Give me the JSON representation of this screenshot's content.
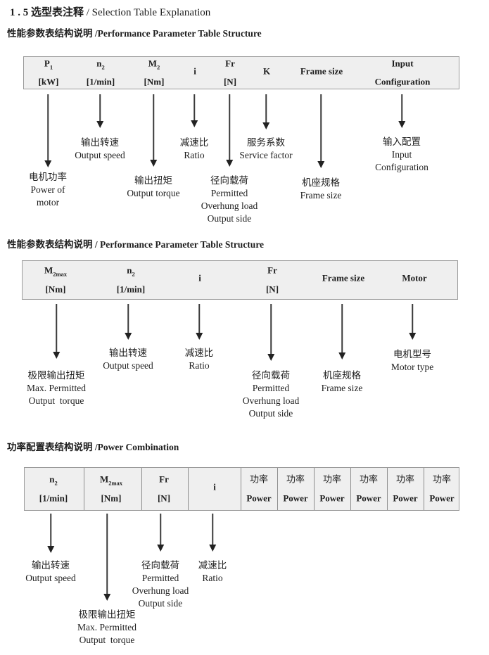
{
  "title": {
    "zh": "1 . 5 选型表注释 ",
    "en": "/ Selection Table Explanation"
  },
  "colors": {
    "table_bg": "#efefef",
    "table_border": "#9a9a9a",
    "text": "#1e1e1e"
  },
  "sections": [
    {
      "heading_zh": "性能参数表结构说明 ",
      "heading_en": "/Performance Parameter Table Structure",
      "cells": [
        {
          "t": "P",
          "sub": "1",
          "b": "[kW]"
        },
        {
          "t": "n",
          "sub": "2",
          "b": "[1/min]"
        },
        {
          "t": "M",
          "sub": "2",
          "b": "[Nm]"
        },
        {
          "t": "i",
          "sub": "",
          "b": ""
        },
        {
          "t": "Fr",
          "sub": "",
          "b": "[N]"
        },
        {
          "t": "K",
          "sub": "",
          "b": ""
        },
        {
          "t": "Frame size",
          "sub": "",
          "b": ""
        },
        {
          "t": "Input",
          "sub": "",
          "b": "Configuration"
        }
      ],
      "callouts": [
        {
          "lines": [
            "电机功率",
            "Power of",
            "motor"
          ]
        },
        {
          "lines": [
            "输出转速",
            "Output speed"
          ]
        },
        {
          "lines": [
            "输出扭矩",
            "Output torque"
          ]
        },
        {
          "lines": [
            "减速比",
            "Ratio"
          ]
        },
        {
          "lines": [
            "径向载荷",
            "Permitted",
            "Overhung load",
            "Output side"
          ]
        },
        {
          "lines": [
            "服务系数",
            "Service factor"
          ]
        },
        {
          "lines": [
            "机座规格",
            "Frame size"
          ]
        },
        {
          "lines": [
            "输入配置",
            "Input",
            "Configuration"
          ]
        }
      ]
    },
    {
      "heading_zh": "性能参数表结构说明 ",
      "heading_en": "/ Performance Parameter Table Structure",
      "cells": [
        {
          "t": "M",
          "sub": "2max",
          "b": "[Nm]"
        },
        {
          "t": "n",
          "sub": "2",
          "b": "[1/min]"
        },
        {
          "t": "i",
          "sub": "",
          "b": ""
        },
        {
          "t": "Fr",
          "sub": "",
          "b": "[N]"
        },
        {
          "t": "Frame size",
          "sub": "",
          "b": ""
        },
        {
          "t": "Motor",
          "sub": "",
          "b": ""
        }
      ],
      "callouts": [
        {
          "lines": [
            "极限输出扭矩",
            "Max. Permitted",
            "Output  torque"
          ]
        },
        {
          "lines": [
            "输出转速",
            "Output speed"
          ]
        },
        {
          "lines": [
            "减速比",
            "Ratio"
          ]
        },
        {
          "lines": [
            "径向载荷",
            "Permitted",
            "Overhung load",
            "Output side"
          ]
        },
        {
          "lines": [
            "机座规格",
            "Frame size"
          ]
        },
        {
          "lines": [
            "电机型号",
            "Motor type"
          ]
        }
      ]
    },
    {
      "heading_zh": "功率配置表结构说明 ",
      "heading_en": "/Power Combination",
      "cells": [
        {
          "t": "n",
          "sub": "2",
          "b": "[1/min]"
        },
        {
          "t": "M",
          "sub": "2max",
          "b": "[Nm]"
        },
        {
          "t": "Fr",
          "sub": "",
          "b": "[N]"
        },
        {
          "t": "i",
          "sub": "",
          "b": ""
        },
        {
          "t": "功率",
          "sub": "",
          "b": "Power"
        },
        {
          "t": "功率",
          "sub": "",
          "b": "Power"
        },
        {
          "t": "功率",
          "sub": "",
          "b": "Power"
        },
        {
          "t": "功率",
          "sub": "",
          "b": "Power"
        },
        {
          "t": "功率",
          "sub": "",
          "b": "Power"
        },
        {
          "t": "功率",
          "sub": "",
          "b": "Power"
        }
      ],
      "callouts": [
        {
          "lines": [
            "输出转速",
            "Output speed"
          ]
        },
        {
          "lines": [
            "极限输出扭矩",
            "Max. Permitted",
            "Output  torque"
          ]
        },
        {
          "lines": [
            "径向载荷",
            "Permitted",
            "Overhung load",
            "Output side"
          ]
        },
        {
          "lines": [
            "减速比",
            "Ratio"
          ]
        }
      ]
    }
  ]
}
